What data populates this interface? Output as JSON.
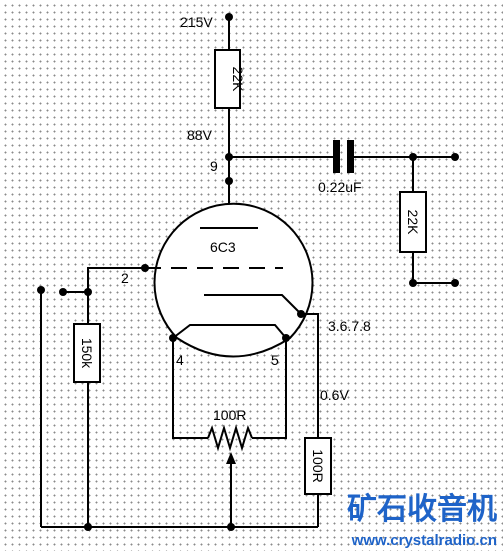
{
  "labels": {
    "supply": "215V",
    "plate_resistor": "22K",
    "plate_voltage": "88V",
    "pin_plate": "9",
    "capacitor": "0.22uF",
    "tube": "6C3",
    "output_resistor": "22K",
    "pin_grid": "2",
    "pins_cathode": "3.6.7.8",
    "grid_resistor": "150k",
    "pin_heater_a": "4",
    "pin_heater_b": "5",
    "cathode_voltage": "0.6V",
    "potentiometer": "100R",
    "cathode_resistor": "100R"
  },
  "watermark": {
    "title": "矿石收音机",
    "url": "www.crystalradio.cn"
  },
  "colors": {
    "line": "#000000",
    "watermark": "#1e63c8"
  }
}
